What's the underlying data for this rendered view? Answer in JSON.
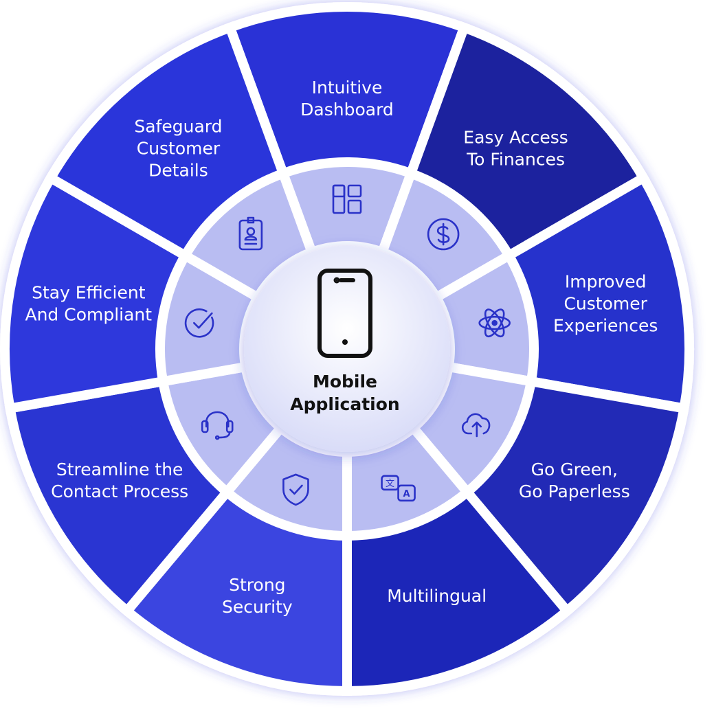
{
  "center": {
    "title_lines": [
      "Mobile",
      "Application"
    ],
    "icon": "smartphone-icon"
  },
  "segments": [
    {
      "lines": [
        "Intuitive",
        "Dashboard"
      ],
      "icon": "dashboard-icon",
      "color": "#2b33d6"
    },
    {
      "lines": [
        "Easy Access",
        "To Finances"
      ],
      "icon": "dollar-icon",
      "color": "#1d239e"
    },
    {
      "lines": [
        "Improved",
        "Customer",
        "Experiences"
      ],
      "icon": "atom-icon",
      "color": "#2530cc"
    },
    {
      "lines": [
        "Go Green,",
        "Go Paperless"
      ],
      "icon": "cloud-upload-icon",
      "color": "#2029b6"
    },
    {
      "lines": [
        "Multilingual"
      ],
      "icon": "translate-icon",
      "color": "#1f28b8"
    },
    {
      "lines": [
        "Strong",
        "Security"
      ],
      "icon": "shield-check-icon",
      "color": "#3a45e0"
    },
    {
      "lines": [
        "Streamline the",
        "Contact Process"
      ],
      "icon": "headset-icon",
      "color": "#2a34d2"
    },
    {
      "lines": [
        "Stay Efficient",
        "And Compliant"
      ],
      "icon": "check-circle-icon",
      "color": "#2d37dc"
    },
    {
      "lines": [
        "Safeguard",
        "Customer",
        "Details"
      ],
      "icon": "id-badge-icon",
      "color": "#2b35da"
    }
  ],
  "colors": {
    "inner_ring": "#b9bdf2",
    "icon_stroke": "#2a32c8",
    "center_fill": "#eceefc"
  }
}
